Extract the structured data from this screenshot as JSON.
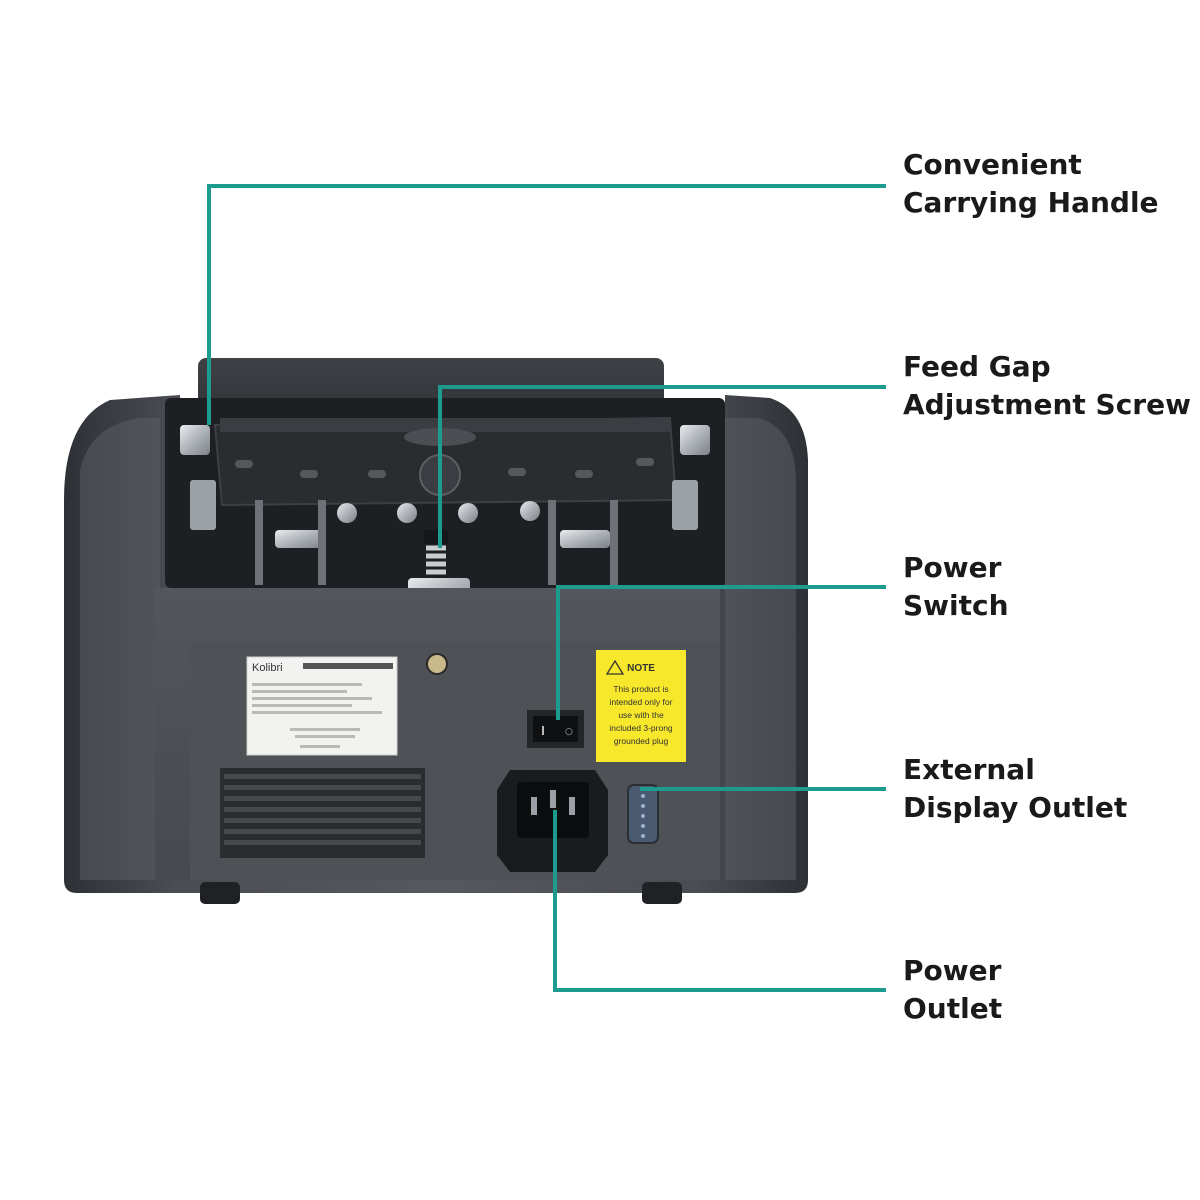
{
  "accent_color": "#1e9b8f",
  "product": {
    "brand_label": "Kolibri",
    "note_sticker": {
      "title": "NOTE",
      "lines": [
        "This product is",
        "intended only for",
        "use with the",
        "included 3-prong",
        "grounded plug"
      ]
    }
  },
  "callouts": [
    {
      "id": "handle",
      "lines": [
        "Convenient",
        "Carrying Handle"
      ]
    },
    {
      "id": "feed",
      "lines": [
        "Feed Gap",
        "Adjustment Screw"
      ]
    },
    {
      "id": "switch",
      "lines": [
        "Power",
        "Switch"
      ]
    },
    {
      "id": "display",
      "lines": [
        "External",
        "Display Outlet"
      ]
    },
    {
      "id": "power",
      "lines": [
        "Power",
        "Outlet"
      ]
    }
  ]
}
